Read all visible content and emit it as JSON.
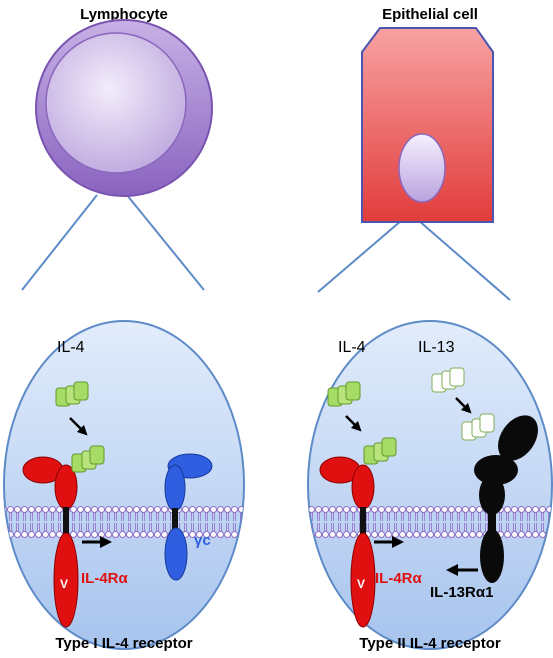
{
  "left_panel": {
    "cell_title": "Lymphocyte",
    "ligand_label": "IL-4",
    "receptor_alpha_label": "IL-4Rα",
    "receptor_gamma_label": "γc",
    "v_mark": "V",
    "caption": "Type I IL-4 receptor"
  },
  "right_panel": {
    "cell_title": "Epithelial cell",
    "ligand_il4_label": "IL-4",
    "ligand_il13_label": "IL-13",
    "receptor_alpha_label": "IL-4Rα",
    "receptor_il13_label": "IL-13Rα1",
    "v_mark": "V",
    "caption": "Type II IL-4 receptor"
  },
  "colors": {
    "lymphocyte_fill": "#a78bce",
    "epithelial_fill": "#f27a7a",
    "zoom_bg_top": "#d8e6fa",
    "zoom_bg_bottom": "#a9c6ee",
    "il4ra": "#e01010",
    "gamma_c": "#2f5fe0",
    "il13ra1": "#0a0a0a",
    "il4_ligand": "#9bd65a",
    "il13_ligand": "#ffffff",
    "membrane": "#9a78c8"
  }
}
